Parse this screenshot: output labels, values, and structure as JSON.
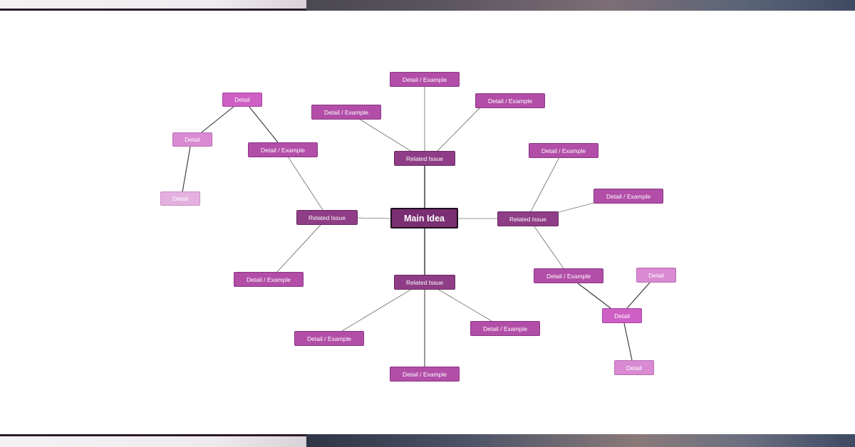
{
  "mindmap": {
    "main": {
      "label": "Main Idea"
    },
    "branch_top": {
      "issue": "Related Issue",
      "left": "Detail / Example",
      "top": "Detail / Example",
      "right": "Detail / Example"
    },
    "branch_left": {
      "issue": "Related Issue",
      "upper": {
        "label": "Detail / Example",
        "detail": "Detail",
        "detail_child": "Detail",
        "detail_grandchild": "Detail"
      },
      "lower": "Detail / Example"
    },
    "branch_right": {
      "issue": "Related Issue",
      "top": "Detail / Example",
      "middle": "Detail / Example",
      "lower": {
        "label": "Detail / Example",
        "detail": "Detail",
        "detail_child_top": "Detail",
        "detail_child_bottom": "Detail"
      }
    },
    "branch_bottom": {
      "issue": "Related Issue",
      "left": "Detail / Example",
      "bottom": "Detail / Example",
      "right": "Detail / Example"
    }
  },
  "colors": {
    "main_fill": "#7a2f72",
    "issue_fill": "#8e3d86",
    "example_fill": "#b24ea8",
    "detail_fill": "#cd5fc5",
    "detail_light_fill": "#d98ad2",
    "detail_lightest_fill": "#e4b0df",
    "connector": "#333333"
  }
}
